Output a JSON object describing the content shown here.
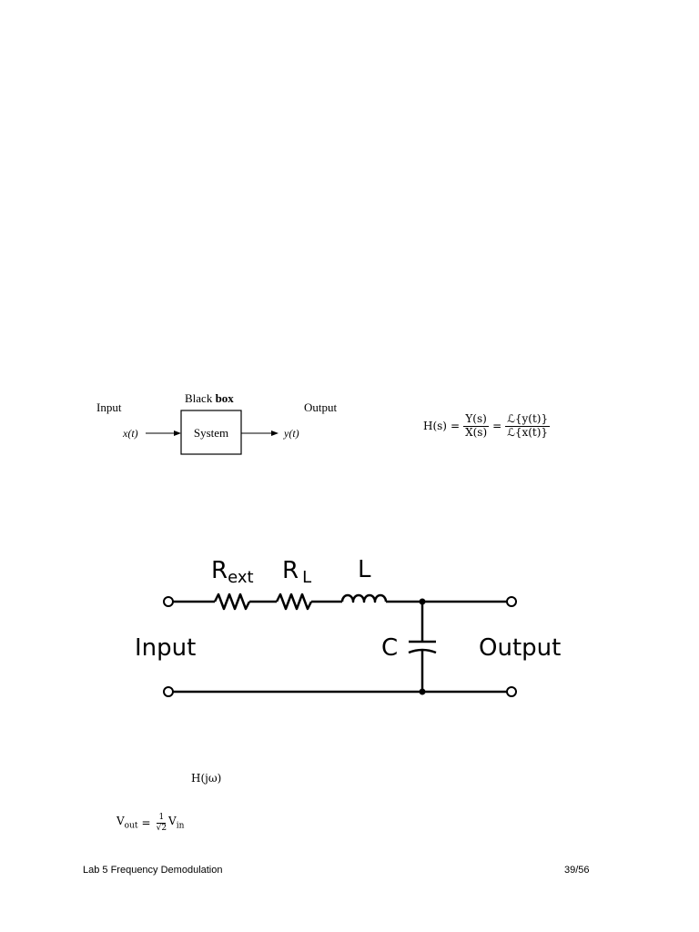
{
  "block_diagram": {
    "title_prefix": "Black ",
    "title_bold": "box",
    "input_label": "Input",
    "output_label": "Output",
    "input_signal": "x(t)",
    "output_signal": "y(t)",
    "box_label": "System"
  },
  "transfer_equation": {
    "lhs": "H(s)",
    "ratio_num": "Y(s)",
    "ratio_den": "X(s)",
    "laplace_num": "ℒ{y(t)}",
    "laplace_den": "ℒ{x(t)}"
  },
  "circuit": {
    "r_ext_main": "R",
    "r_ext_sub": "ext",
    "r_l_main": "R",
    "r_l_sub": "L",
    "inductor_label": "L",
    "capacitor_label": "C",
    "input_label": "Input",
    "output_label": "Output"
  },
  "h_jw": "H(jω)",
  "vout_equation": {
    "lhs_main": "V",
    "lhs_sub": "out",
    "frac_num": "1",
    "frac_den": "√2",
    "rhs_main": "V",
    "rhs_sub": "in"
  },
  "footer": {
    "title": "Lab 5 Frequency Demodulation",
    "page": "39/56"
  }
}
